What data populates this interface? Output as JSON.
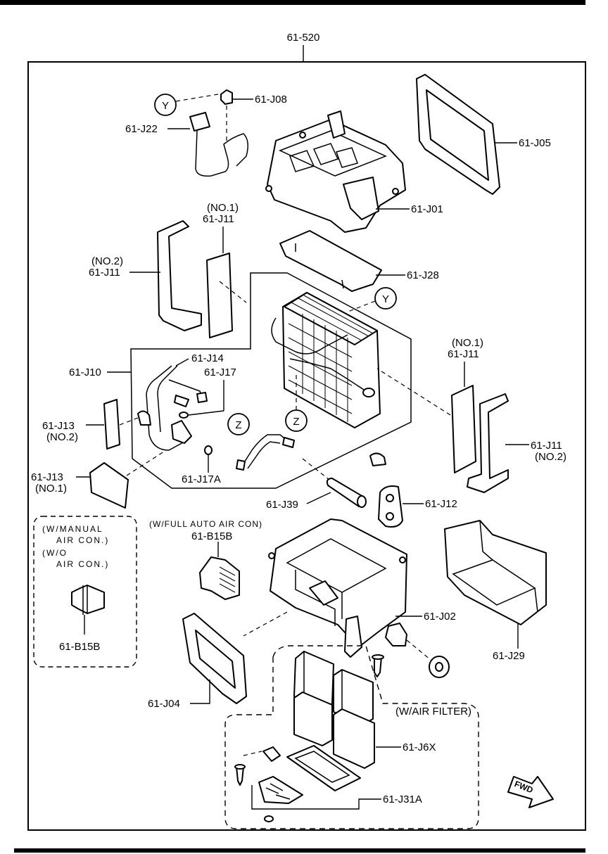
{
  "assembly_code": "61-520",
  "callouts": {
    "y_ref": "Y",
    "z_ref": "Z"
  },
  "labels": {
    "j08": "61-J08",
    "j22": "61-J22",
    "j05": "61-J05",
    "j01": "61-J01",
    "j11_no1_top_note": "(NO.1)",
    "j11_no1_top": "61-J11",
    "j11_no2_left_note": "(NO.2)",
    "j11_no2_left": "61-J11",
    "j28": "61-J28",
    "j11_no1_right_note": "(NO.1)",
    "j11_no1_right": "61-J11",
    "j11_no2_right": "61-J11",
    "j11_no2_right_note": "(NO.2)",
    "j10": "61-J10",
    "j14": "61-J14",
    "j17": "61-J17",
    "j13_no2": "61-J13",
    "j13_no2_note": "(NO.2)",
    "j13_no1": "61-J13",
    "j13_no1_note": "(NO.1)",
    "j17a": "61-J17A",
    "j39": "61-J39",
    "j12": "61-J12",
    "b15b_auto": "61-B15B",
    "b15b_manual": "61-B15B",
    "j02": "61-J02",
    "j29": "61-J29",
    "j04": "61-J04",
    "j6x": "61-J6X",
    "j31a": "61-J31A"
  },
  "notes": {
    "manual_line1": "(W/MANUAL",
    "manual_line2": "AIR CON.)",
    "wo_line1": "(W/O",
    "wo_line2": "AIR CON.)",
    "full_auto": "(W/FULL AUTO AIR CON)",
    "air_filter": "(W/AIR FILTER)"
  },
  "direction_badge": "FWD"
}
